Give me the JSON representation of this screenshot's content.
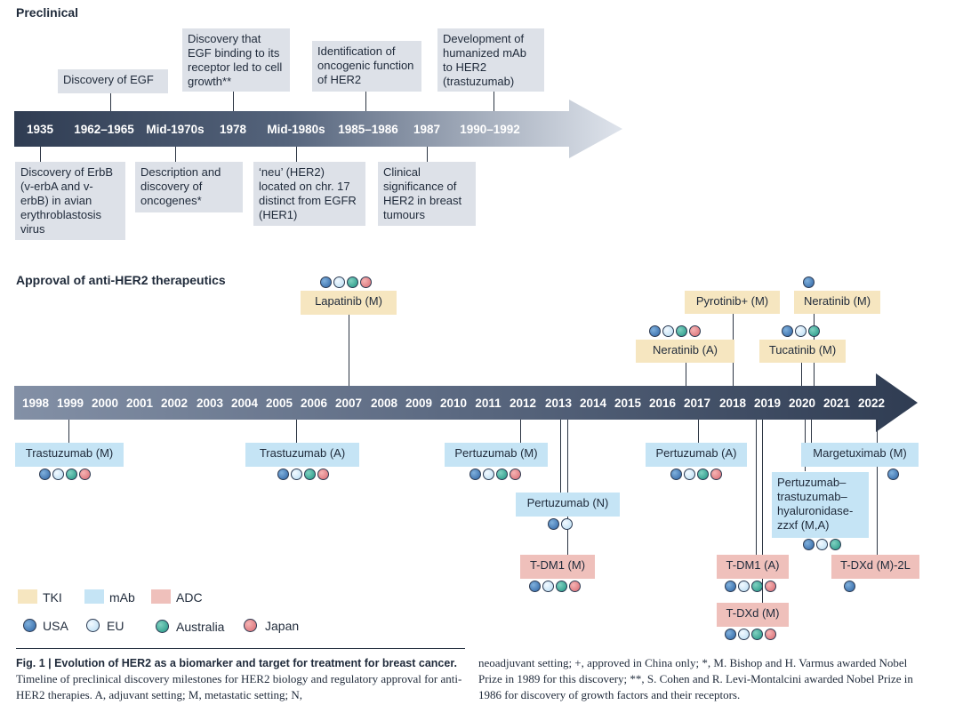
{
  "preclinical": {
    "title": "Preclinical",
    "years": [
      "1935",
      "1962–1965",
      "Mid-1970s",
      "1978",
      "Mid-1980s",
      "1985–1986",
      "1987",
      "1990–1992"
    ],
    "above": [
      "Discovery of EGF",
      "Discovery that EGF binding to its receptor led to cell growth**",
      "Identification of oncogenic function of HER2",
      "Development of humanized mAb to HER2 (trastuzumab)"
    ],
    "below": [
      "Discovery of ErbB (v-erbA and v-erbB) in avian erythroblastosis virus",
      "Description and discovery of oncogenes*",
      "‘neu’ (HER2) located on chr. 17 distinct from EGFR (HER1)",
      "Clinical significance of HER2 in breast tumours"
    ]
  },
  "approval": {
    "title": "Approval of anti-HER2 therapeutics",
    "years": [
      "1998",
      "1999",
      "2000",
      "2001",
      "2002",
      "2003",
      "2004",
      "2005",
      "2006",
      "2007",
      "2008",
      "2009",
      "2010",
      "2011",
      "2012",
      "2013",
      "2014",
      "2015",
      "2016",
      "2017",
      "2018",
      "2019",
      "2020",
      "2021",
      "2022"
    ],
    "drugs": {
      "lapatinib": "Lapatinib (M)",
      "neratinib_a": "Neratinib (A)",
      "pyrotinib": "Pyrotinib+ (M)",
      "tucatinib": "Tucatinib (M)",
      "neratinib_m": "Neratinib (M)",
      "trastuzumab_m": "Trastuzumab (M)",
      "trastuzumab_a": "Trastuzumab (A)",
      "pertuzumab_m": "Pertuzumab (M)",
      "pertuzumab_n": "Pertuzumab (N)",
      "tdm1_m": "T-DM1 (M)",
      "pertuzumab_a": "Pertuzumab (A)",
      "margetuximab": "Margetuximab (M)",
      "phesgo": "Pertuzumab–trastuzumab–hyaluronidase-zzxf (M,A)",
      "tdm1_a": "T-DM1 (A)",
      "tdxd_m": "T-DXd (M)",
      "tdxd_2l": "T-DXd (M)-2L"
    },
    "approvals": {
      "lapatinib": [
        "usa",
        "eu",
        "aus",
        "jpn"
      ],
      "neratinib_a": [
        "usa",
        "eu",
        "aus",
        "jpn"
      ],
      "tucatinib": [
        "usa",
        "eu",
        "aus"
      ],
      "neratinib_m": [
        "usa"
      ],
      "trastuzumab_m": [
        "usa",
        "eu",
        "aus",
        "jpn"
      ],
      "trastuzumab_a": [
        "usa",
        "eu",
        "aus",
        "jpn"
      ],
      "pertuzumab_m": [
        "usa",
        "eu",
        "aus",
        "jpn"
      ],
      "pertuzumab_n": [
        "usa",
        "eu"
      ],
      "tdm1_m": [
        "usa",
        "eu",
        "aus",
        "jpn"
      ],
      "pertuzumab_a": [
        "usa",
        "eu",
        "aus",
        "jpn"
      ],
      "margetuximab": [
        "usa"
      ],
      "phesgo": [
        "usa",
        "eu",
        "aus"
      ],
      "tdm1_a": [
        "usa",
        "eu",
        "aus",
        "jpn"
      ],
      "tdxd_m": [
        "usa",
        "eu",
        "aus",
        "jpn"
      ],
      "tdxd_2l": [
        "usa"
      ]
    }
  },
  "legend": {
    "tki": "TKI",
    "mab": "mAb",
    "adc": "ADC",
    "usa": "USA",
    "eu": "EU",
    "aus": "Australia",
    "jpn": "Japan"
  },
  "colors": {
    "tki": "#f6e6c0",
    "mab": "#c5e4f5",
    "adc": "#efc0bb",
    "box": "#dde1e8",
    "usa": "#2e64a4",
    "eu": "#d6ecfa",
    "aus": "#219583",
    "jpn": "#d86a72"
  },
  "caption": {
    "label": "Fig. 1 | Evolution of HER2 as a biomarker and target for treatment for breast cancer.",
    "left": "Timeline of preclinical discovery milestones for HER2 biology and regulatory approval for anti-HER2 therapies. A, adjuvant setting; M, metastatic setting; N,",
    "right": "neoadjuvant setting; +, approved in China only; *, M. Bishop and H. Varmus awarded Nobel Prize in 1989 for this discovery; **, S. Cohen and R. Levi-Montalcini awarded Nobel Prize in 1986 for discovery of growth factors and their receptors."
  }
}
